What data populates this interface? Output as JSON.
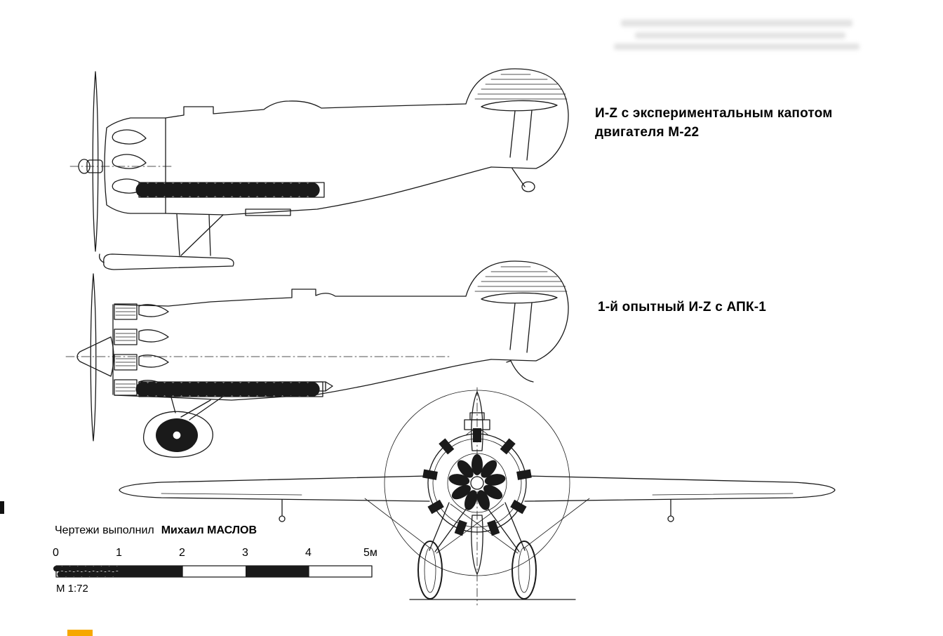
{
  "page": {
    "background": "#ffffff"
  },
  "captions": {
    "experimental_cowling_line1": "И-Z с экспериментальным капотом",
    "experimental_cowling_line2": "двигателя М-22",
    "first_prototype": "1-й опытный И-Z с АПК-1"
  },
  "credit": {
    "prefix": "Чертежи выполнил",
    "name": "Михаил МАСЛОВ"
  },
  "scale": {
    "ticks": [
      "0",
      "1",
      "2",
      "3",
      "4",
      "5м"
    ],
    "ratio": "М 1:72"
  },
  "colors": {
    "line": "#1a1a1a",
    "accent": "#f6a800",
    "artifact": "#c6c6c6"
  }
}
